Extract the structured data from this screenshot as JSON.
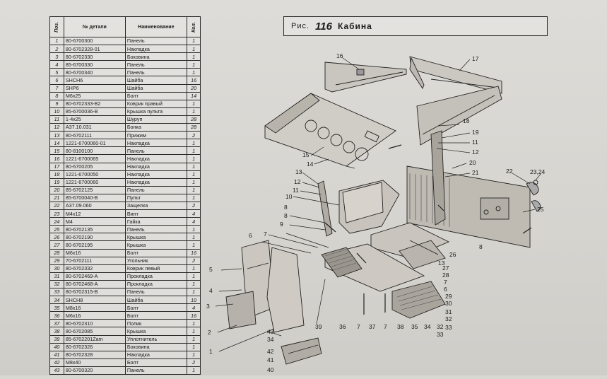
{
  "table": {
    "headers": {
      "pos": "Поз.",
      "part": "№ детали",
      "name": "Наименование",
      "qty": "Кол."
    },
    "rows": [
      {
        "pos": "1",
        "part": "80-6700300",
        "name": "Панель",
        "qty": "1"
      },
      {
        "pos": "2",
        "part": "80-6702328-01",
        "name": "Накладка",
        "qty": "1"
      },
      {
        "pos": "3",
        "part": "80-6702330",
        "name": "Боковина",
        "qty": "1"
      },
      {
        "pos": "4",
        "part": "85-6700330",
        "name": "Панель",
        "qty": "1"
      },
      {
        "pos": "5",
        "part": "80-6700340",
        "name": "Панель",
        "qty": "1"
      },
      {
        "pos": "6",
        "part": "SHCH6",
        "name": "Шайба",
        "qty": "16"
      },
      {
        "pos": "7",
        "part": "SHP6",
        "name": "Шайба",
        "qty": "20"
      },
      {
        "pos": "8",
        "part": "M6x25",
        "name": "Болт",
        "qty": "14"
      },
      {
        "pos": "9",
        "part": "80-6702333-В2",
        "name": "Коврик правый",
        "qty": "1"
      },
      {
        "pos": "10",
        "part": "85-6700036-В",
        "name": "Крышка пульта",
        "qty": "1"
      },
      {
        "pos": "11",
        "part": "1-4x25",
        "name": "Шуруп",
        "qty": "28"
      },
      {
        "pos": "12",
        "part": "А37.10.031",
        "name": "Бонка",
        "qty": "28"
      },
      {
        "pos": "13",
        "part": "80-6702111",
        "name": "Прижим",
        "qty": "2"
      },
      {
        "pos": "14",
        "part": "1221-6700060-01",
        "name": "Накладка",
        "qty": "1"
      },
      {
        "pos": "15",
        "part": "80-8100100",
        "name": "Панель",
        "qty": "1"
      },
      {
        "pos": "16",
        "part": "1221-6700065",
        "name": "Накладка",
        "qty": "1"
      },
      {
        "pos": "17",
        "part": "80-6700205",
        "name": "Накладка",
        "qty": "1"
      },
      {
        "pos": "18",
        "part": "1221-6700050",
        "name": "Накладка",
        "qty": "1"
      },
      {
        "pos": "19",
        "part": "1221-6700060",
        "name": "Накладка",
        "qty": "1"
      },
      {
        "pos": "20",
        "part": "85-6702125",
        "name": "Панель",
        "qty": "1"
      },
      {
        "pos": "21",
        "part": "85-6700040-В",
        "name": "Пульт",
        "qty": "1"
      },
      {
        "pos": "22",
        "part": "А37.09.060",
        "name": "Защелка",
        "qty": "2"
      },
      {
        "pos": "23",
        "part": "M4x12",
        "name": "Винт",
        "qty": "4"
      },
      {
        "pos": "24",
        "part": "M4",
        "name": "Гайка",
        "qty": "4"
      },
      {
        "pos": "25",
        "part": "80-6702135",
        "name": "Панель",
        "qty": "1"
      },
      {
        "pos": "26",
        "part": "80-6702190",
        "name": "Крышка",
        "qty": "1"
      },
      {
        "pos": "27",
        "part": "80-6702195",
        "name": "Крышка",
        "qty": "1"
      },
      {
        "pos": "28",
        "part": "M6x16",
        "name": "Болт",
        "qty": "16"
      },
      {
        "pos": "29",
        "part": "70-6702111",
        "name": "Угольник",
        "qty": "2"
      },
      {
        "pos": "30",
        "part": "80-6702332",
        "name": "Коврик левый",
        "qty": "1"
      },
      {
        "pos": "31",
        "part": "80-6702469-А",
        "name": "Прокладка",
        "qty": "1"
      },
      {
        "pos": "32",
        "part": "80-6702468-А",
        "name": "Прокладка",
        "qty": "1"
      },
      {
        "pos": "33",
        "part": "80-6702315-В",
        "name": "Панель",
        "qty": "1"
      },
      {
        "pos": "34",
        "part": "SHCH8",
        "name": "Шайба",
        "qty": "10"
      },
      {
        "pos": "35",
        "part": "M8x16",
        "name": "Болт",
        "qty": "4"
      },
      {
        "pos": "36",
        "part": "M6x16",
        "name": "Болт",
        "qty": "16"
      },
      {
        "pos": "37",
        "part": "80-6702310",
        "name": "Полик",
        "qty": "1"
      },
      {
        "pos": "38",
        "part": "80-6702085",
        "name": "Крышка",
        "qty": "1"
      },
      {
        "pos": "39",
        "part": "85-6702201Zam",
        "name": "Уплотнитель",
        "qty": "1"
      },
      {
        "pos": "40",
        "part": "80-6702326",
        "name": "Боковина",
        "qty": "1"
      },
      {
        "pos": "41",
        "part": "80-6702328",
        "name": "Накладка",
        "qty": "1"
      },
      {
        "pos": "42",
        "part": "M8x40",
        "name": "Болт",
        "qty": "2"
      },
      {
        "pos": "43",
        "part": "80-6700320",
        "name": "Панель",
        "qty": "1"
      }
    ]
  },
  "figure": {
    "prefix": "Рис.",
    "number": "116",
    "title": "Кабина"
  },
  "callouts": {
    "c16": "16",
    "c17": "17",
    "c18": "18",
    "c19": "19",
    "c11a": "11",
    "c12a": "12",
    "c20": "20",
    "c21": "21",
    "c22": "22",
    "c2324": "23,24",
    "c25": "25",
    "c15": "15",
    "c14": "14",
    "c13a": "13",
    "c12b": "12",
    "c11b": "11",
    "c10": "10",
    "c8a": "8",
    "c8b": "8",
    "c9": "9",
    "c7a": "7",
    "c6a": "6",
    "c8c": "8",
    "c26": "26",
    "c13b": "13",
    "c27": "27",
    "c28": "28",
    "c7b": "7",
    "c6b": "6",
    "c29": "29",
    "c30": "30",
    "c31": "31",
    "c32": "32",
    "c33": "33",
    "c5": "5",
    "c4": "4",
    "c3": "3",
    "c2": "2",
    "c1": "1",
    "c43": "43",
    "c34": "34",
    "c42": "42",
    "c41": "41",
    "c40": "40",
    "c39": "39",
    "c36": "36",
    "c7c": "7",
    "c37": "37",
    "c7d": "7",
    "c38": "38",
    "c35": "35",
    "c34b": "34",
    "c32b": "32",
    "c33b": "33"
  }
}
